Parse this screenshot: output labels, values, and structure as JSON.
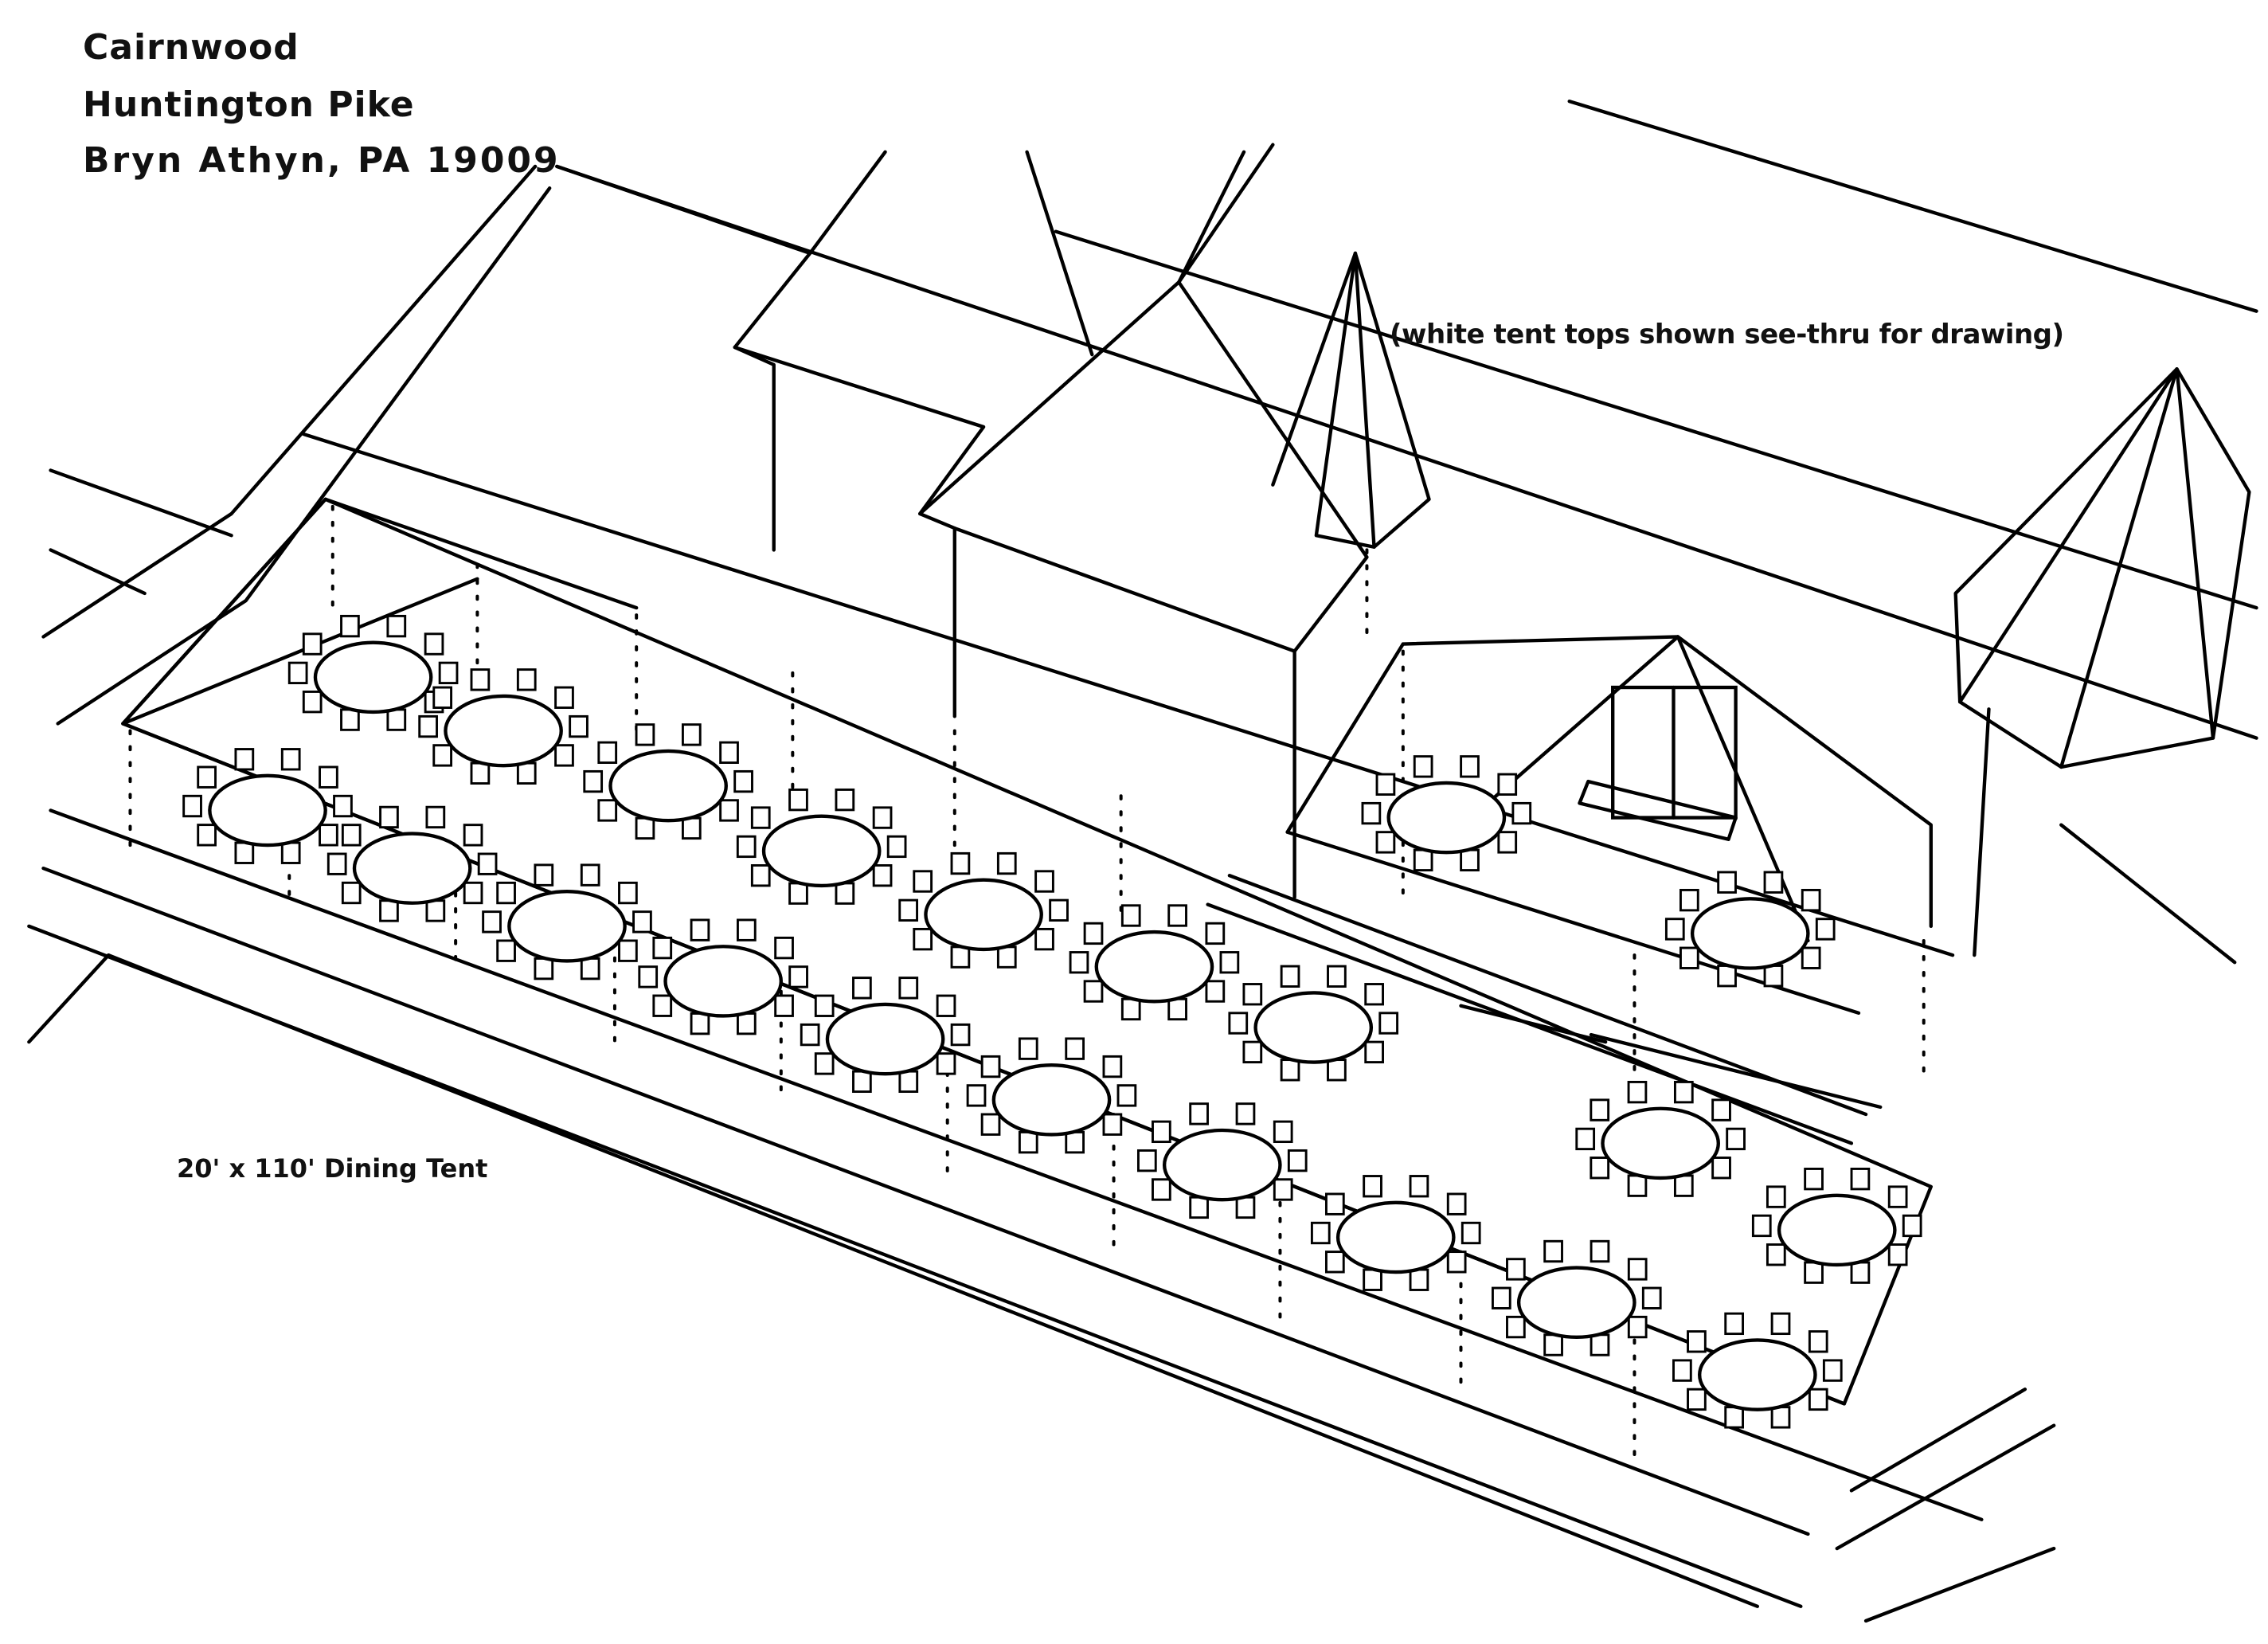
{
  "header": {
    "venue": "Cairnwood",
    "street": "Huntington Pike",
    "city_line": "Bryn Athyn, PA 19009"
  },
  "annotations": {
    "tent_note": "(white tent tops shown see-thru for drawing)",
    "tent_label": "20' x 110' Dining Tent"
  },
  "layout": {
    "round_table_count": 21
  }
}
